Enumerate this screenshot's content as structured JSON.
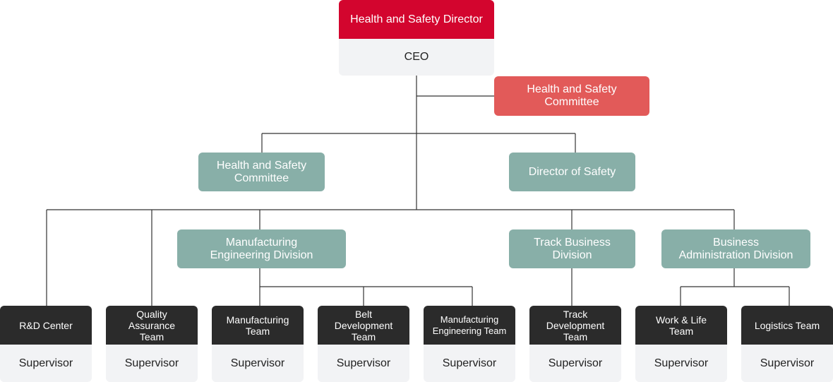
{
  "top": {
    "title": "Health and Safety Director",
    "subtitle": "CEO"
  },
  "side_committee": "Health and Safety\nCommittee",
  "level2": {
    "committee": "Health and Safety\nCommittee",
    "safety_director": "Director of Safety"
  },
  "divisions": {
    "manufacturing_engineering": "Manufacturing\nEngineering Division",
    "track_business": "Track Business\nDivision",
    "business_admin": "Business\nAdministration Division"
  },
  "teams": [
    {
      "name": "R&D Center",
      "role": "Supervisor"
    },
    {
      "name": "Quality\nAssurance\nTeam",
      "role": "Supervisor"
    },
    {
      "name": "Manufacturing\nTeam",
      "role": "Supervisor"
    },
    {
      "name": "Belt\nDevelopment\nTeam",
      "role": "Supervisor"
    },
    {
      "name": "Manufacturing\nEngineering Team",
      "role": "Supervisor"
    },
    {
      "name": "Track\nDevelopment\nTeam",
      "role": "Supervisor"
    },
    {
      "name": "Work & Life\nTeam",
      "role": "Supervisor"
    },
    {
      "name": "Logistics Team",
      "role": "Supervisor"
    }
  ],
  "colors": {
    "director_red": "#d3052e",
    "committee_coral": "#e25a59",
    "division_teal": "#88afa8",
    "team_dark": "#2b2b2b",
    "subtitle_grey": "#f2f3f5"
  }
}
